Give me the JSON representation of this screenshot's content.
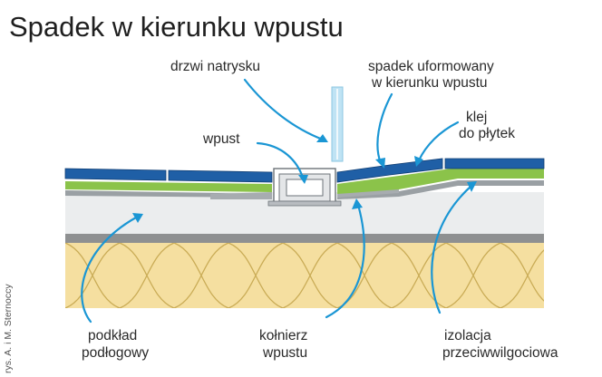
{
  "title": "Spadek w kierunku wpustu",
  "credit": "rys. A. i M. Sternoccy",
  "labels": {
    "shower_door": "drzwi natrysku",
    "slope_line1": "spadek uformowany",
    "slope_line2": "w kierunku wpustu",
    "drain": "wpust",
    "adhesive_line1": "klej",
    "adhesive_line2": "do płytek",
    "screed_line1": "podkład",
    "screed_line2": "podłogowy",
    "flange_line1": "kołnierz",
    "flange_line2": "wpustu",
    "membrane_line1": "izolacja",
    "membrane_line2": "przeciwwilgociowa"
  },
  "colors": {
    "tile": "#1f5fa6",
    "adhesive": "#8bc34a",
    "membrane": "#9aa0a4",
    "screed": "#ebedee",
    "slab": "#8e9091",
    "insulation": "#f5dfa0",
    "arrow": "#1a96d4",
    "glass": "#bfe3f4"
  }
}
